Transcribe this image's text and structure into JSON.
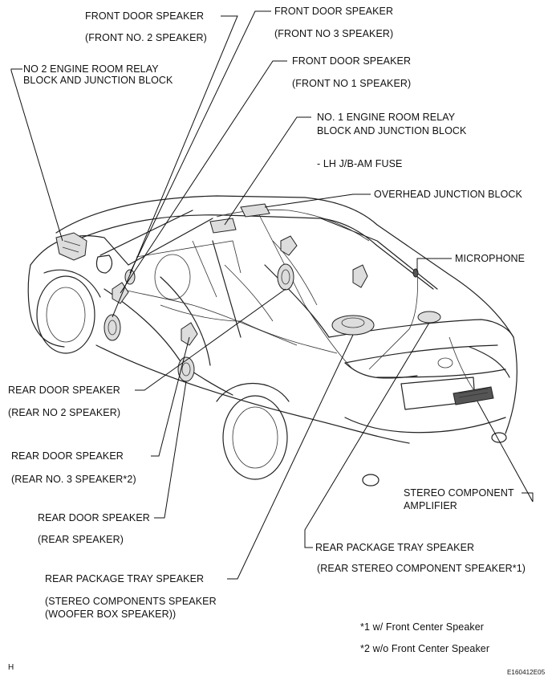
{
  "labels": {
    "front_door_speaker_2_title": "FRONT DOOR SPEAKER",
    "front_door_speaker_2_sub": "(FRONT NO. 2 SPEAKER)",
    "front_door_speaker_3_title": "FRONT DOOR SPEAKER",
    "front_door_speaker_3_sub": "(FRONT NO  3 SPEAKER)",
    "front_door_speaker_1_title": "FRONT DOOR SPEAKER",
    "front_door_speaker_1_sub": "(FRONT NO  1 SPEAKER)",
    "no2_relay_line1": "NO  2 ENGINE ROOM RELAY",
    "no2_relay_line2": "BLOCK AND JUNCTION BLOCK",
    "no1_relay_line1": "NO. 1 ENGINE ROOM RELAY",
    "no1_relay_line2": "BLOCK AND JUNCTION BLOCK",
    "lh_jb_fuse": "- LH J/B-AM FUSE",
    "overhead_junction_block": "OVERHEAD JUNCTION BLOCK",
    "microphone": "MICROPHONE",
    "rear_door_speaker_2_title": "REAR DOOR SPEAKER",
    "rear_door_speaker_2_sub": "(REAR NO  2 SPEAKER)",
    "rear_door_speaker_3_title": "REAR DOOR SPEAKER",
    "rear_door_speaker_3_sub": "(REAR NO. 3 SPEAKER*2)",
    "rear_door_speaker_title": "REAR DOOR SPEAKER",
    "rear_door_speaker_sub": "(REAR SPEAKER)",
    "stereo_amp_line1": "STEREO COMPONENT",
    "stereo_amp_line2": "AMPLIFIER",
    "rear_tray_speaker_1_title": "REAR PACKAGE TRAY SPEAKER",
    "rear_tray_speaker_1_sub": "(REAR STEREO COMPONENT SPEAKER*1)",
    "rear_tray_speaker_2_title": "REAR PACKAGE TRAY SPEAKER",
    "rear_tray_speaker_2_sub1": "(STEREO COMPONENTS SPEAKER",
    "rear_tray_speaker_2_sub2": "(WOOFER BOX SPEAKER))"
  },
  "notes": {
    "note1": "*1  w/ Front Center Speaker",
    "note2": "*2  w/o Front Center Speaker"
  },
  "footer": {
    "corner_mark": "H",
    "figure_code": "E160412E05"
  }
}
